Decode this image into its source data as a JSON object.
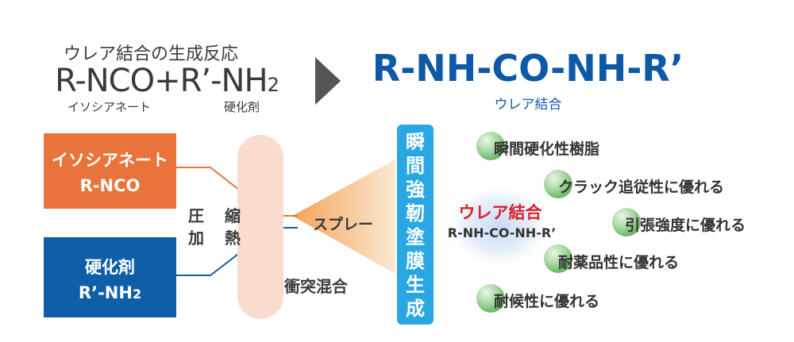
{
  "header": {
    "reaction_title": "ウレア結合の生成反応",
    "equation_left": "R-NCO+R’-NH",
    "equation_sub": "2",
    "isocyanate_label": "イソシアネート",
    "hardener_label": "硬化剤",
    "product_formula": "R-NH-CO-NH-R’",
    "product_label": "ウレア結合"
  },
  "boxes": {
    "isocyanate": {
      "name": "イソシアネート",
      "formula": "R-NCO"
    },
    "hardener": {
      "name": "硬化剤",
      "formula_main": "R’-NH",
      "formula_sub": "2"
    }
  },
  "process": {
    "pressure": "圧加",
    "heat": "縮熱",
    "spray": "スプレー",
    "mixing": "衝突混合"
  },
  "vertical_banner": [
    "瞬",
    "間",
    "強",
    "靭",
    "塗",
    "膜",
    "生",
    "成"
  ],
  "center": {
    "title": "ウレア結合",
    "formula": "R-NH-CO-NH-R’"
  },
  "properties": [
    "瞬間硬化性樹脂",
    "クラック追従性に優れる",
    "引張強度に優れる",
    "耐薬品性に優れる",
    "耐候性に優れる"
  ],
  "colors": {
    "orange": "#e8743b",
    "blue": "#0f5ea8",
    "banner": "#29a7e3",
    "green": "#7cc47a",
    "red": "#d92129"
  }
}
